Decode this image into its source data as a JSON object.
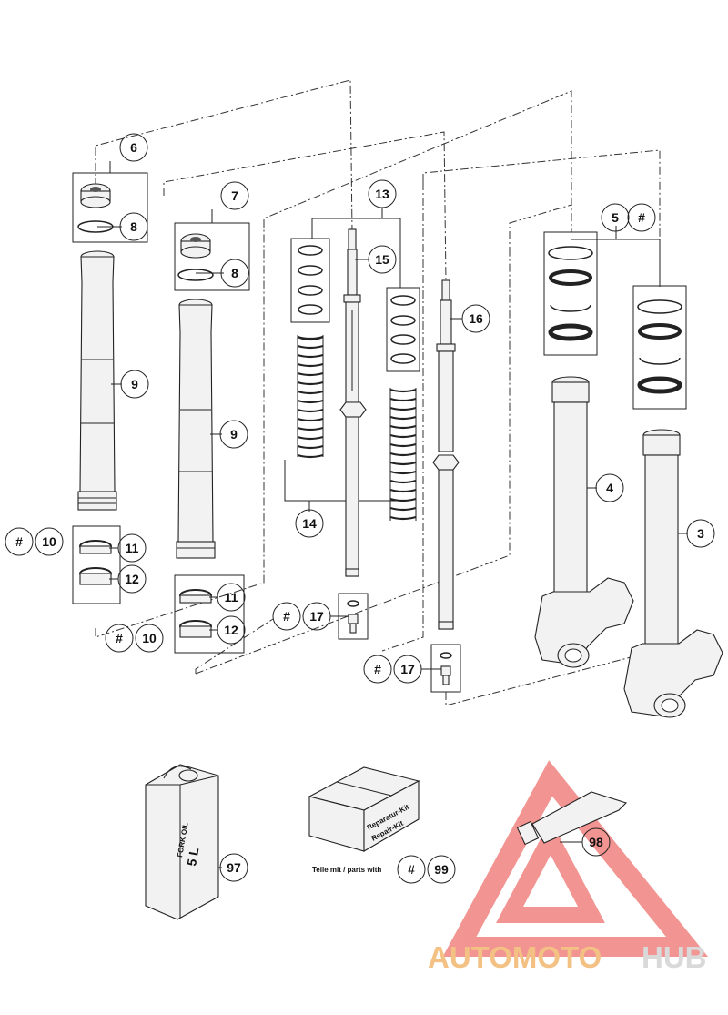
{
  "callouts": {
    "c6": "6",
    "c7": "7",
    "c8a": "8",
    "c8b": "8",
    "c9a": "9",
    "c9b": "9",
    "c10a": "10",
    "c10b": "10",
    "c11a": "11",
    "c11b": "11",
    "c12a": "12",
    "c12b": "12",
    "c13": "13",
    "c14": "14",
    "c15": "15",
    "c16": "16",
    "c17a": "17",
    "c17b": "17",
    "c5": "5",
    "c4": "4",
    "c3": "3",
    "c97": "97",
    "c98": "98",
    "c99": "99",
    "hash": "#"
  },
  "labels": {
    "parts_with": "Teile mit / parts with",
    "kit_line1": "Reparatur-Kit",
    "kit_line2": "Repair-Kit",
    "oil_line1": "FORK OIL",
    "oil_line2": "5 L"
  },
  "watermark": {
    "brand_auto": "AUTOMOTO",
    "brand_hub": "HUB",
    "color_accent": "#e8403a",
    "color_text": "#f3c184"
  }
}
